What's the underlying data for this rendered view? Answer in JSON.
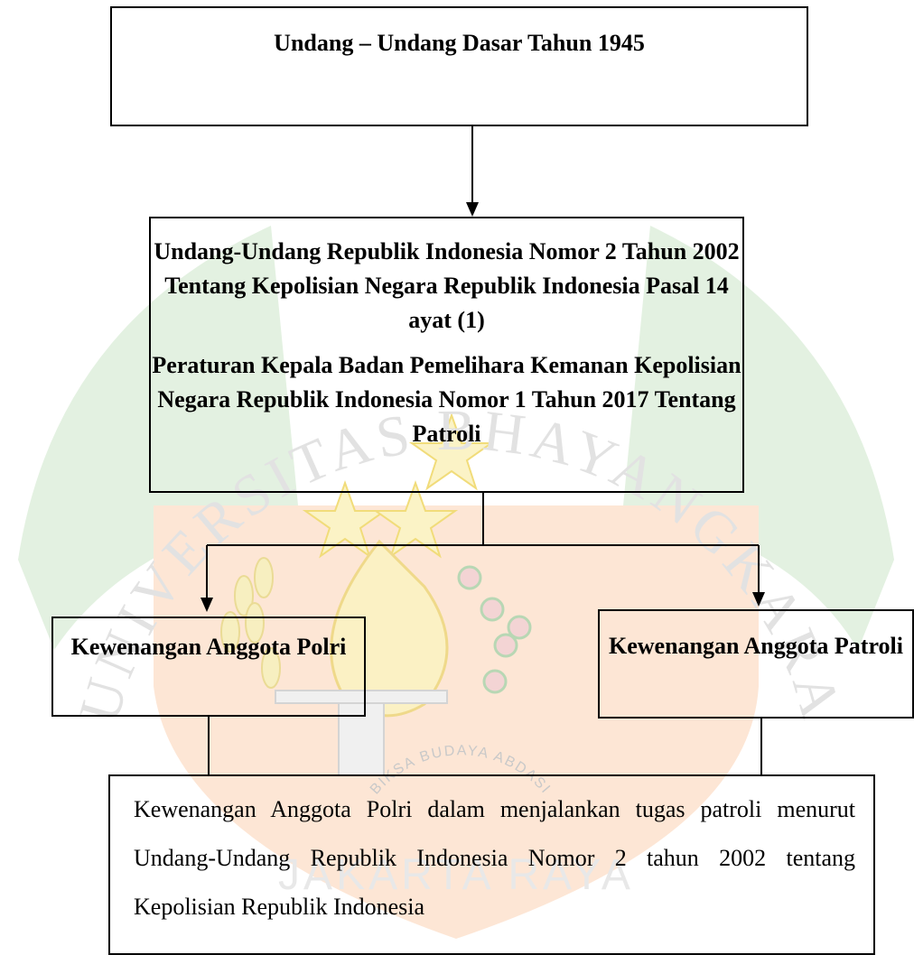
{
  "watermark": {
    "arc_top_text": "UNIVERSITAS BHAYANGKARA",
    "arc_bottom_text": "JAKARTA RAYA",
    "motto_text": "BIKSA BUDAYA ABDASI",
    "colors": {
      "green": "#bfe0bc",
      "orange": "#f8cfb0",
      "yellow": "#f6eaa8",
      "gray": "#cfcfcf"
    }
  },
  "diagram": {
    "top": {
      "title": "Undang – Undang Dasar Tahun 1945"
    },
    "middle": {
      "line1": "Undang-Undang Republik Indonesia Nomor 2 Tahun 2002 Tentang Kepolisian Negara Republik Indonesia Pasal 14 ayat (1)",
      "line2": "Peraturan Kepala Badan Pemelihara Kemanan Kepolisian Negara Republik Indonesia Nomor 1 Tahun 2017 Tentang Patroli"
    },
    "left": {
      "label": "Kewenangan Anggota Polri"
    },
    "right": {
      "label": "Kewenangan Anggota Patroli"
    },
    "bottom": {
      "text": "Kewenangan Anggota Polri dalam menjalankan tugas patroli menurut Undang-Undang Republik Indonesia Nomor 2 tahun 2002 tentang Kepolisian Republik Indonesia"
    }
  }
}
